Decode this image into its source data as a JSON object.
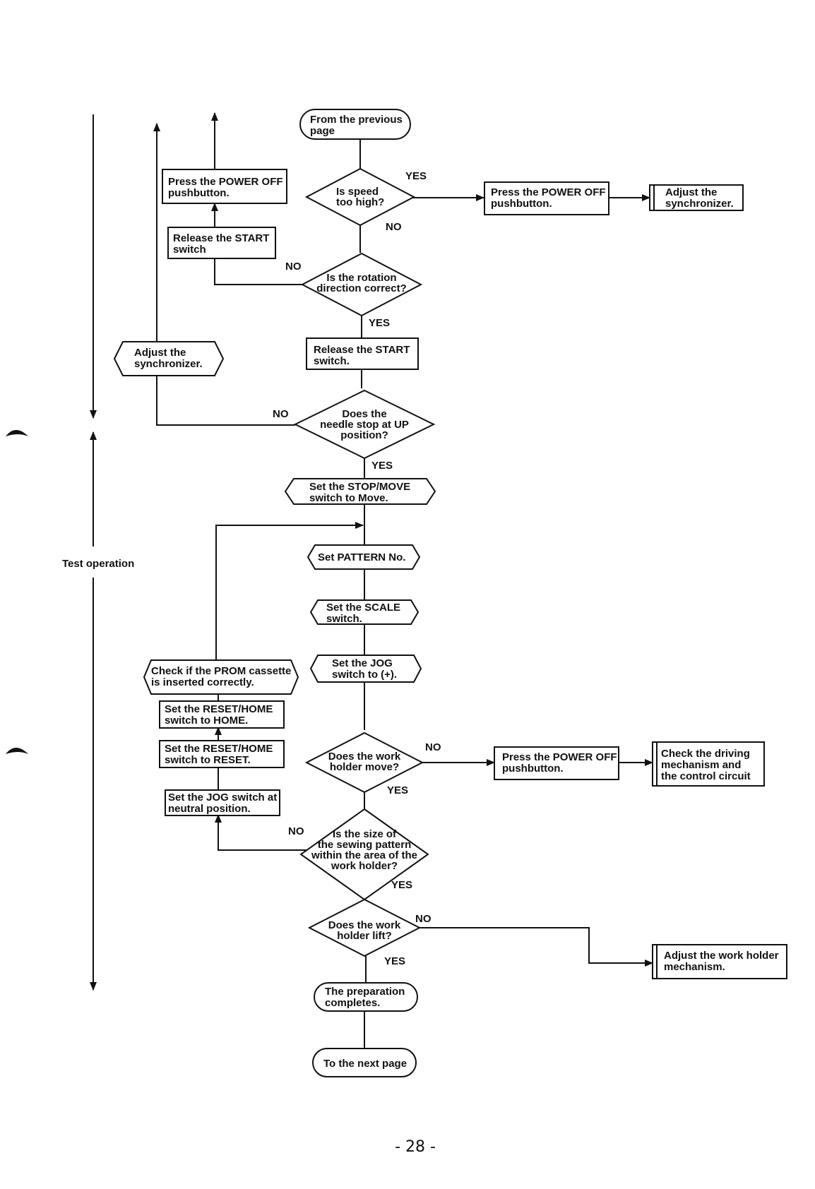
{
  "side_label": "Test operation",
  "page_number": "- 28 -",
  "terminals": {
    "start": [
      "From the previous",
      "page"
    ],
    "prep_complete": [
      "The preparation",
      "completes."
    ],
    "end": [
      "To the next page"
    ]
  },
  "decisions": {
    "speed": [
      "Is speed",
      "too high?"
    ],
    "rotation": [
      "Is the rotation",
      "direction correct?"
    ],
    "needle": [
      "Does the",
      "needle stop at UP",
      "position?"
    ],
    "holder_move": [
      "Does the work",
      "holder move?"
    ],
    "pattern_size": [
      "Is the size of",
      "the sewing pattern",
      "within the area of the",
      "work holder?"
    ],
    "holder_lift": [
      "Does the work",
      "holder lift?"
    ]
  },
  "processes": {
    "power_off_right_1": [
      "Press the POWER OFF",
      "pushbutton."
    ],
    "release_start_center": [
      "Release the START",
      "switch."
    ],
    "power_off_left": [
      "Press the POWER OFF",
      "pushbutton."
    ],
    "release_start_left": [
      "Release the START",
      "switch"
    ],
    "reset_home": [
      "Set the RESET/HOME",
      "switch to HOME."
    ],
    "reset_reset": [
      "Set the RESET/HOME",
      "switch to RESET."
    ],
    "jog_neutral": [
      "Set the JOG switch at",
      "neutral position."
    ],
    "power_off_right_2": [
      "Press the POWER OFF",
      "pushbutton."
    ]
  },
  "predefined": {
    "adjust_sync_right": [
      "Adjust the",
      "synchronizer."
    ],
    "check_driving": [
      "Check the driving",
      "mechanism and",
      "the control circuit"
    ],
    "adjust_holder": [
      "Adjust the work holder",
      "mechanism."
    ]
  },
  "manual_ops": {
    "adjust_sync_left": [
      "Adjust the",
      "synchronizer."
    ],
    "stop_move": [
      "Set the STOP/MOVE",
      "switch to Move."
    ],
    "pattern_no": [
      "Set PATTERN No."
    ],
    "scale": [
      "Set the SCALE",
      "switch."
    ],
    "jog_plus": [
      "Set the JOG",
      "switch to (+)."
    ],
    "check_prom": [
      "Check if the PROM cassette",
      "is inserted correctly."
    ]
  },
  "branch_labels": {
    "speed_yes": "YES",
    "speed_no": "NO",
    "rotation_no": "NO",
    "rotation_yes": "YES",
    "needle_no": "NO",
    "needle_yes": "YES",
    "holder_move_no": "NO",
    "holder_move_yes": "YES",
    "pattern_no": "NO",
    "pattern_yes": "YES",
    "lift_no": "NO",
    "lift_yes": "YES"
  }
}
